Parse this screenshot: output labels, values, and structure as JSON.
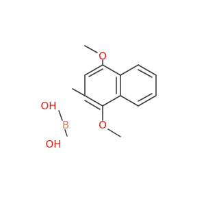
{
  "molecule": {
    "atoms": {
      "boron": "B",
      "hydroxyl_top": "OH",
      "hydroxyl_bottom": "OH",
      "methoxy_oxygen_top": "O",
      "methoxy_oxygen_bottom": "O"
    },
    "colors": {
      "bond": "#3c3c3c",
      "boron": "#d67e6f",
      "oxygen": "#e0221b"
    }
  }
}
